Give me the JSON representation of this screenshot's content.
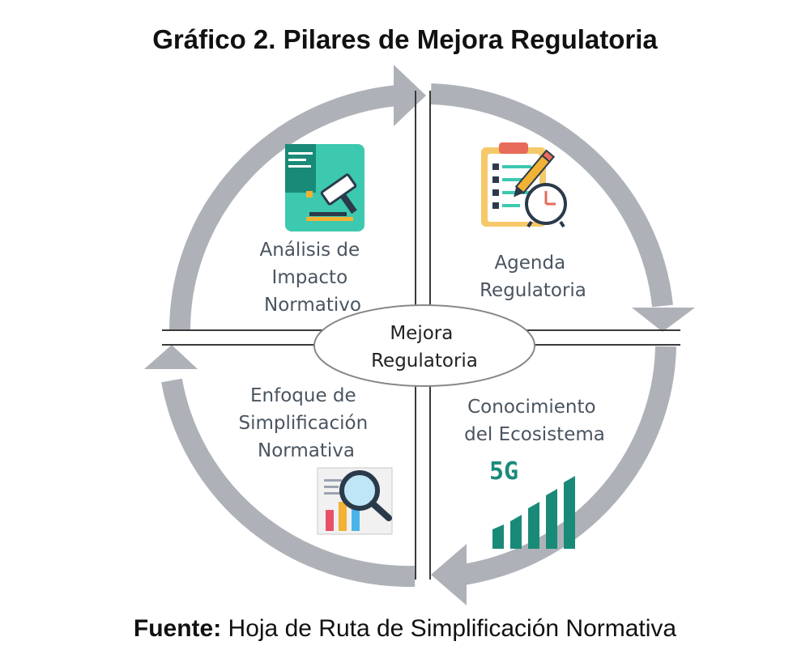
{
  "title": "Gráfico 2. Pilares de Mejora Regulatoria",
  "center": {
    "line1": "Mejora",
    "line2": "Regulatoria"
  },
  "quadrants": {
    "top_left": {
      "lines": [
        "Análisis de",
        "Impacto",
        "Normativo"
      ],
      "icon": "document-gavel-icon"
    },
    "top_right": {
      "lines": [
        "Agenda",
        "Regulatoria"
      ],
      "icon": "clipboard-pencil-clock-icon"
    },
    "bottom_left": {
      "lines": [
        "Enfoque de",
        "Simplificación",
        "Normativa"
      ],
      "icon": "report-magnifier-icon"
    },
    "bottom_right": {
      "lines": [
        "Conocimiento",
        "del Ecosistema"
      ],
      "icon": "signal-5g-icon",
      "icon_text": "5G"
    }
  },
  "source": {
    "label": "Fuente:",
    "text": " Hoja de Ruta de Simplificación Normativa"
  },
  "colors": {
    "arrow": "#aeb2b8",
    "divider": "#3a3a3a",
    "teal": "#1a8a78",
    "mint": "#3cc9b0",
    "ellipse_fill": "#ffffff",
    "ellipse_stroke": "#888888",
    "text": "#4a5560"
  }
}
